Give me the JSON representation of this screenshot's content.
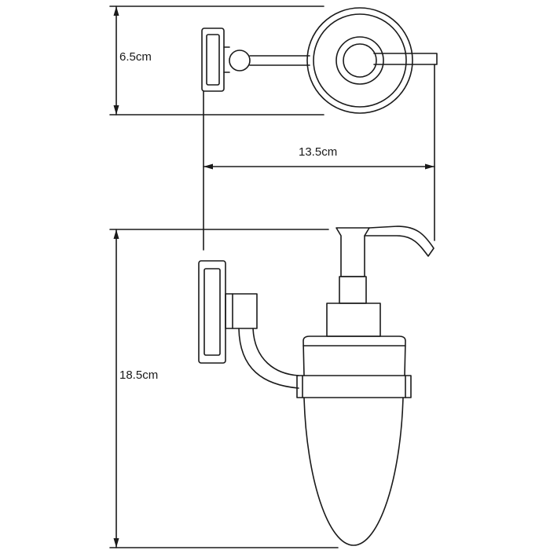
{
  "drawing": {
    "depth_label": "6.5cm",
    "width_label": "13.5cm",
    "height_label": "18.5cm"
  },
  "colors": {
    "line": "#1a1a1a",
    "background": "#ffffff"
  }
}
